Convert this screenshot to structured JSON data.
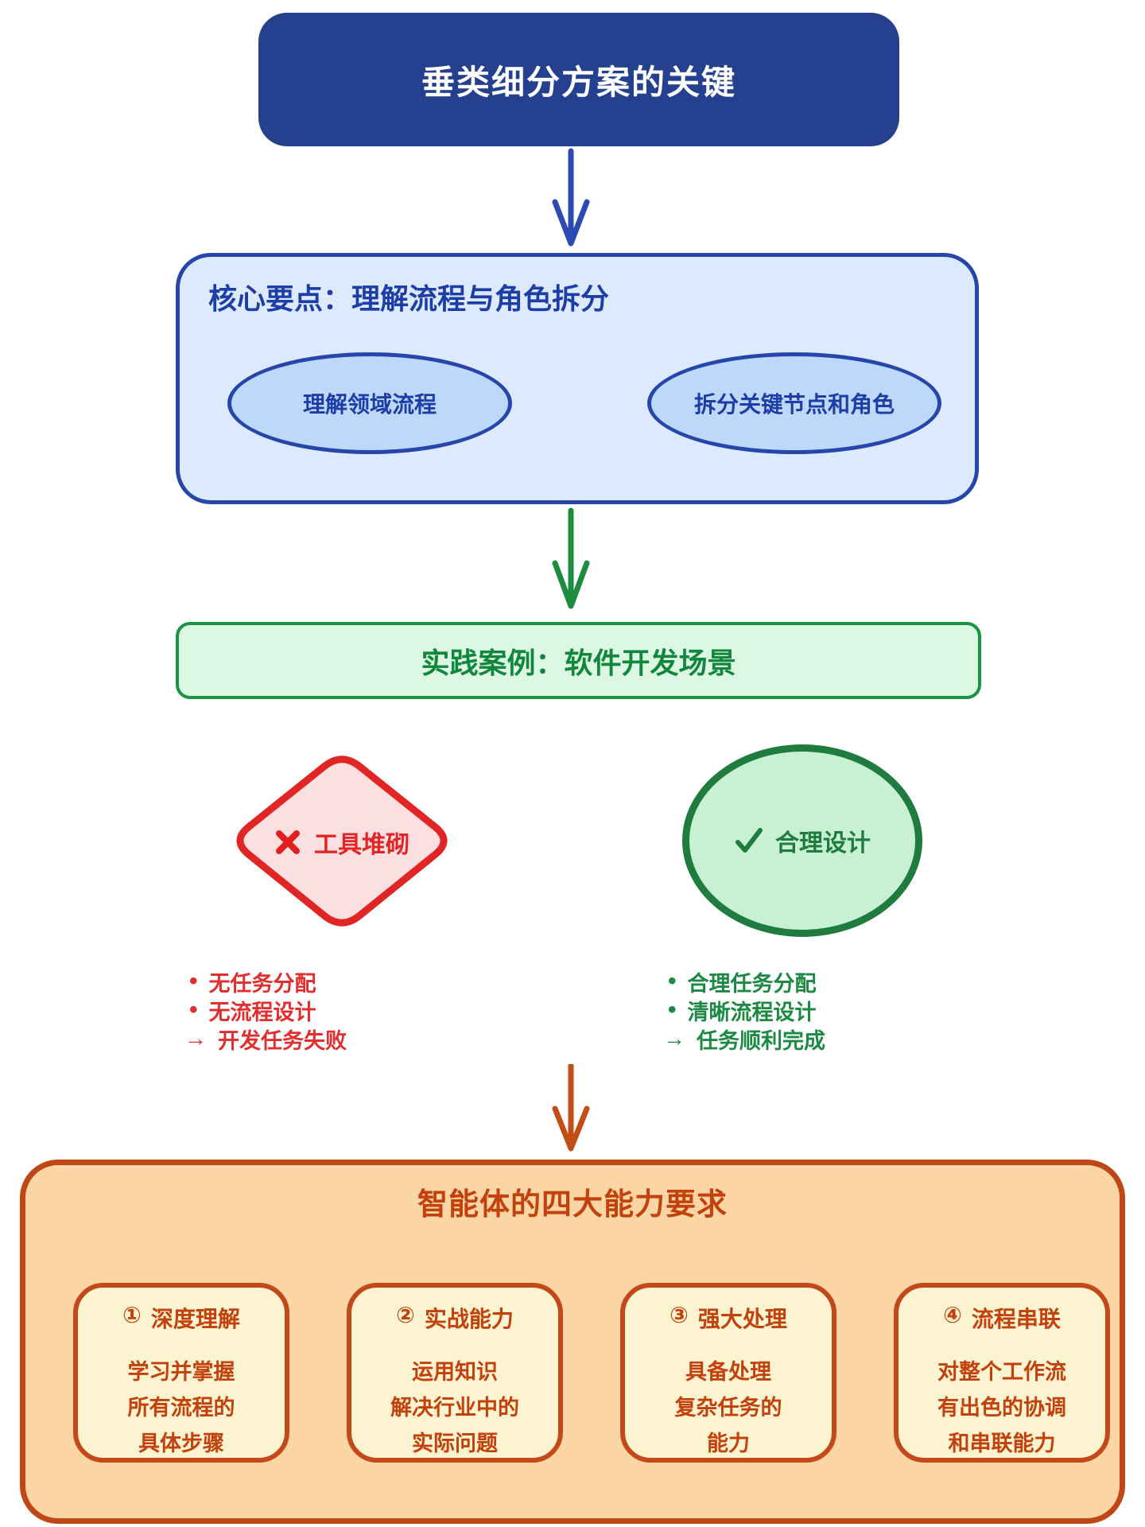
{
  "title_box": {
    "label": "垂类细分方案的关键"
  },
  "core_section": {
    "title": "核心要点：理解流程与角色拆分",
    "ellipses": [
      {
        "label": "理解领域流程"
      },
      {
        "label": "拆分关键节点和角色"
      }
    ]
  },
  "practice_banner": {
    "label": "实践案例：软件开发场景"
  },
  "comparison": {
    "bad": {
      "icon": "x-mark-icon",
      "label": "工具堆砌",
      "bullet": "•",
      "points": [
        "无任务分配",
        "无流程设计"
      ],
      "result_arrow": "→",
      "result": "开发任务失败"
    },
    "good": {
      "icon": "check-mark-icon",
      "label": "合理设计",
      "bullet": "•",
      "points": [
        "合理任务分配",
        "清晰流程设计"
      ],
      "result_arrow": "→",
      "result": "任务顺利完成"
    }
  },
  "capabilities_section": {
    "title": "智能体的四大能力要求",
    "cards": [
      {
        "number": "①",
        "title": "深度理解",
        "lines": [
          "学习并掌握",
          "所有流程的",
          "具体步骤"
        ]
      },
      {
        "number": "②",
        "title": "实战能力",
        "lines": [
          "运用知识",
          "解决行业中的",
          "实际问题"
        ]
      },
      {
        "number": "③",
        "title": "强大处理",
        "lines": [
          "具备处理",
          "复杂任务的",
          "能力"
        ]
      },
      {
        "number": "④",
        "title": "流程串联",
        "lines": [
          "对整个工作流",
          "有出色的协调",
          "和串联能力"
        ]
      }
    ]
  },
  "colors": {
    "title_box_bg": "#25408f",
    "blue_border": "#2646ac",
    "blue_fill_light": "#dde9fc",
    "blue_fill_ellipse": "#bed8f9",
    "blue_arrow": "#2b4ab3",
    "green_border": "#189543",
    "green_fill_light": "#dcf7e2",
    "green_fill_ellipse": "#c8f0d2",
    "green_arrow": "#1d8c3f",
    "green_text": "#1c8a43",
    "red_border": "#e12525",
    "red_fill": "#fcdfe1",
    "red_text": "#e12e2e",
    "orange_border": "#bf4716",
    "orange_fill": "#fbd6a4",
    "orange_arrow": "#c24d16",
    "orange_text": "#c2410c",
    "card_fill": "#fcf3d0"
  }
}
